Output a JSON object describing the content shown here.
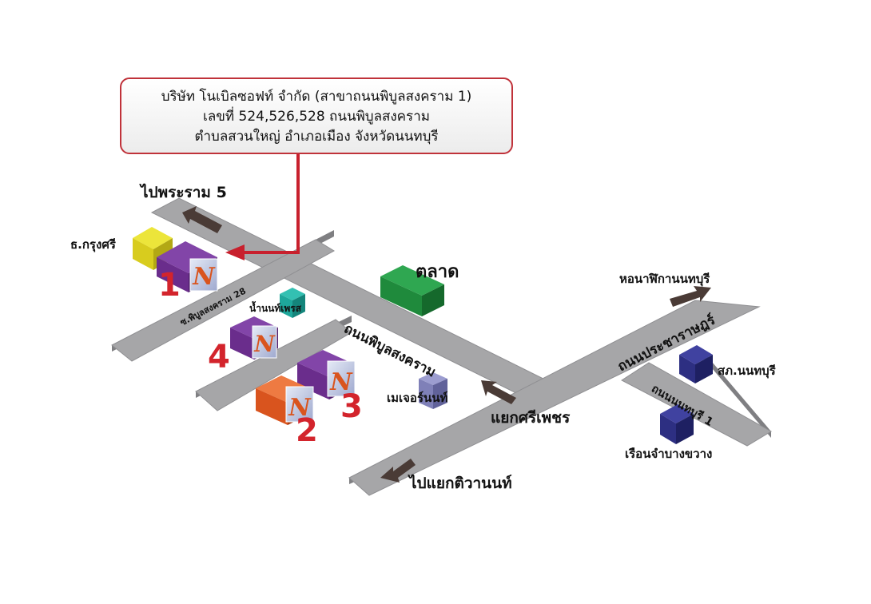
{
  "address": {
    "line1": "บริษัท โนเบิลซอฟท์ จำกัด (สาขาถนนพิบูลสงคราม 1)",
    "line2": "เลขที่ 524,526,528 ถนนพิบูลสงคราม",
    "line3": "ตำบลสวนใหญ่ อำเภอเมือง  จังหวัดนนทบุรี"
  },
  "directions": {
    "to_rama5": "ไปพระราม 5",
    "to_hall": "หอนาฬิกานนทบุรี",
    "to_tiwanon": "ไปแยกติวานนท์"
  },
  "roads": {
    "phibun": "ถนนพิบูลสงคราม",
    "soi28": "ซ.พิบูลสงคราม 28",
    "pracharat": "ถนนประชาราษฎร์",
    "nonthaburi1": "ถนนนนทบุรี 1"
  },
  "landmarks": {
    "bank": "ธ.กรุงศรี",
    "market": "ตลาด",
    "water": "น้ำนนท์เพรส",
    "major": "เมเจอร์นนท์",
    "junction": "แยกศรีเพชร",
    "police": "สภ.นนทบุรี",
    "prison": "เรือนจำบางขวาง"
  },
  "branches": {
    "b1": "1",
    "b2": "2",
    "b3": "3",
    "b4": "4"
  },
  "colors": {
    "road": "#a6a6a8",
    "arrow": "#4a3b36",
    "pointer": "#c8202d",
    "branch_purple": "#6a2d8c",
    "branch_orange": "#d9541e",
    "bank_yellow": "#d8cc1e",
    "market_green": "#1f8a3c",
    "water_teal": "#1ea79b",
    "major_lavender": "#7f80b8",
    "gov_navy": "#2d2f82",
    "number_red": "#d3242c"
  }
}
